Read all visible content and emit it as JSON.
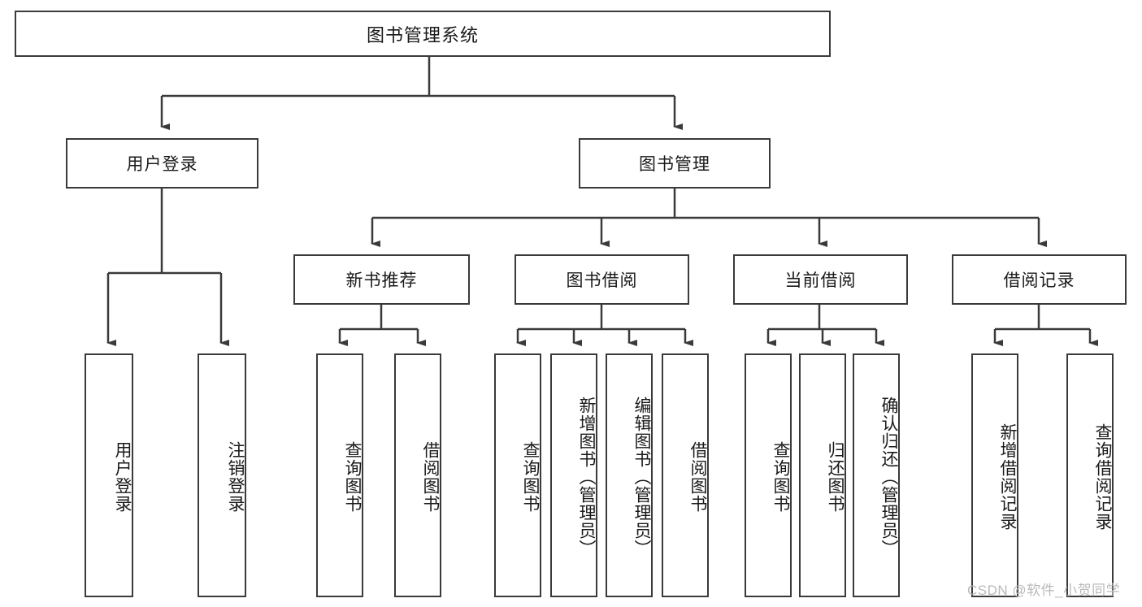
{
  "diagram": {
    "title": "图书管理系统",
    "type": "tree-hierarchy",
    "root": {
      "label": "图书管理系统"
    },
    "level1": [
      {
        "label": "用户登录"
      },
      {
        "label": "图书管理"
      }
    ],
    "level2": [
      {
        "label": "新书推荐",
        "parent": "图书管理"
      },
      {
        "label": "图书借阅",
        "parent": "图书管理"
      },
      {
        "label": "当前借阅",
        "parent": "图书管理"
      },
      {
        "label": "借阅记录",
        "parent": "图书管理"
      }
    ],
    "leaves": {
      "user_login": [
        {
          "label": "用户登录"
        },
        {
          "label": "注销登录"
        }
      ],
      "new_book_recommend": [
        {
          "label": "查询图书"
        },
        {
          "label": "借阅图书"
        }
      ],
      "book_borrow": [
        {
          "label": "查询图书"
        },
        {
          "label": "新增图书（管理员）"
        },
        {
          "label": "编辑图书（管理员）"
        },
        {
          "label": "借阅图书"
        }
      ],
      "current_borrow": [
        {
          "label": "查询图书"
        },
        {
          "label": "归还图书"
        },
        {
          "label": "确认归还（管理员）"
        }
      ],
      "borrow_record": [
        {
          "label": "新增借阅记录"
        },
        {
          "label": "查询借阅记录"
        }
      ]
    }
  },
  "watermark": {
    "text": "CSDN @软件_小贺同学"
  },
  "colors": {
    "stroke": "#3a3a3a",
    "text": "#1a1a1a",
    "background": "#ffffff",
    "watermark": "#b9b9b9"
  }
}
